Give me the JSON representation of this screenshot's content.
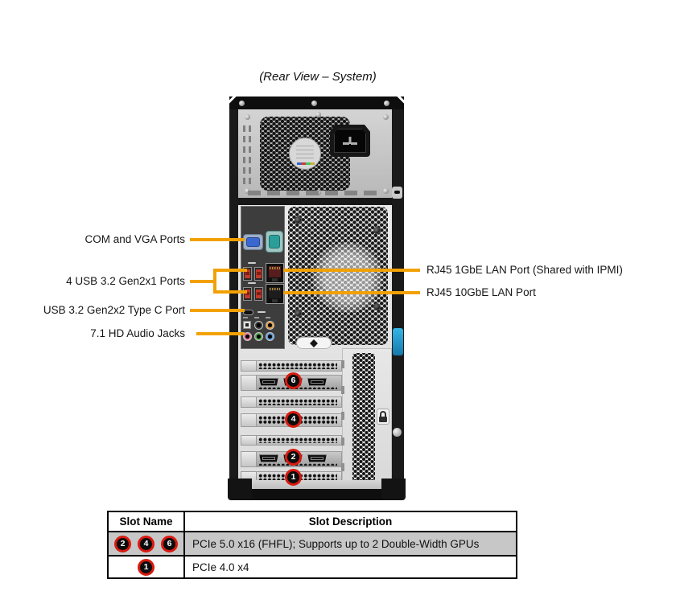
{
  "title": "(Rear View – System)",
  "colors": {
    "callout_accent": "#F2A104",
    "badge_ring": "#D81A10",
    "badge_fill": "#0C0C0C",
    "table_shaded_row": "#C7C7C7"
  },
  "callouts": {
    "left": [
      {
        "label": "COM and VGA Ports"
      },
      {
        "label": "4 USB 3.2 Gen2x1 Ports"
      },
      {
        "label": "USB 3.2 Gen2x2 Type C Port"
      },
      {
        "label": "7.1 HD Audio Jacks"
      }
    ],
    "right": [
      {
        "label": "RJ45 1GbE LAN Port (Shared with IPMI)"
      },
      {
        "label": "RJ45 10GbE LAN Port"
      }
    ]
  },
  "slot_markers": [
    "6",
    "4",
    "2",
    "1"
  ],
  "table": {
    "headers": [
      "Slot Name",
      "Slot Description"
    ],
    "rows": [
      {
        "slots": [
          "2",
          "4",
          "6"
        ],
        "description": "PCIe 5.0 x16 (FHFL); Supports up to 2 Double-Width GPUs"
      },
      {
        "slots": [
          "1"
        ],
        "description": "PCIe 4.0 x4"
      }
    ]
  }
}
